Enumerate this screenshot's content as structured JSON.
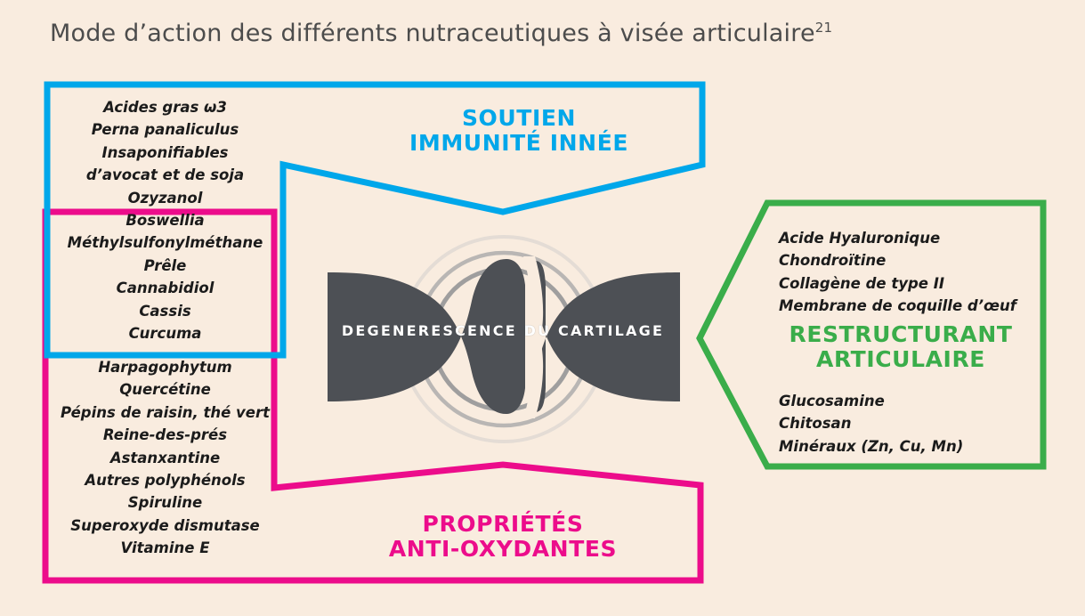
{
  "title": {
    "text": "Mode d’action des différents nutraceutiques à visée articulaire",
    "superscript": "21"
  },
  "colors": {
    "background": "#f9ecdf",
    "blue": "#00a7ea",
    "pink": "#ec0c8b",
    "green": "#3aad4a",
    "joint_dark": "#4d5055",
    "title_text": "#4c4c4c"
  },
  "center": {
    "joint_label": "DEGENERESCENCE DU CARTILAGE"
  },
  "blue_panel": {
    "heading_line1": "SOUTIEN",
    "heading_line2": "IMMUNITÉ INNÉE",
    "items": [
      "Acides gras ω3",
      "Perna panaliculus",
      "Insaponifiables",
      "d’avocat et de soja",
      "Ozyzanol",
      "Boswellia",
      "Méthylsulfonylméthane",
      "Prêle",
      "Cannabidiol",
      "Cassis",
      "Curcuma"
    ]
  },
  "pink_panel": {
    "heading_line1": "PROPRIÉTÉS",
    "heading_line2": "ANTI-OXYDANTES",
    "items_shared": [
      "Boswellia",
      "Méthylsulfonylméthane",
      "Prêle",
      "Cannabidiol",
      "Cassis",
      "Curcuma"
    ],
    "items_own": [
      "Harpagophytum",
      "Quercétine",
      "Pépins de raisin, thé vert",
      "Reine-des-prés",
      "Astanxantine",
      "Autres polyphénols",
      "Spiruline",
      "Superoxyde dismutase",
      "Vitamine E"
    ]
  },
  "green_panel": {
    "heading_line1": "RESTRUCTURANT",
    "heading_line2": "ARTICULAIRE",
    "items_top": [
      "Acide Hyaluronique",
      "Chondroïtine",
      "Collagène de type II",
      "Membrane de coquille d’œuf"
    ],
    "items_bottom": [
      "Glucosamine",
      "Chitosan",
      "Minéraux (Zn, Cu, Mn)"
    ]
  },
  "left_column_upper": [
    "Acides gras ω3",
    "Perna panaliculus",
    "Insaponifiables",
    "d’avocat et de soja",
    "Ozyzanol",
    "Boswellia",
    "Méthylsulfonylméthane",
    "Prêle",
    "Cannabidiol",
    "Cassis",
    "Curcuma"
  ],
  "left_column_lower": [
    "Harpagophytum",
    "Quercétine",
    "Pépins de raisin, thé vert",
    "Reine-des-prés",
    "Astanxantine",
    "Autres polyphénols",
    "Spiruline",
    "Superoxyde dismutase",
    "Vitamine E"
  ],
  "right_column_upper": [
    "Acide Hyaluronique",
    "Chondroïtine",
    "Collagène de type II",
    "Membrane de coquille d’œuf"
  ],
  "right_column_lower": [
    "Glucosamine",
    "Chitosan",
    "Minéraux (Zn, Cu, Mn)"
  ]
}
